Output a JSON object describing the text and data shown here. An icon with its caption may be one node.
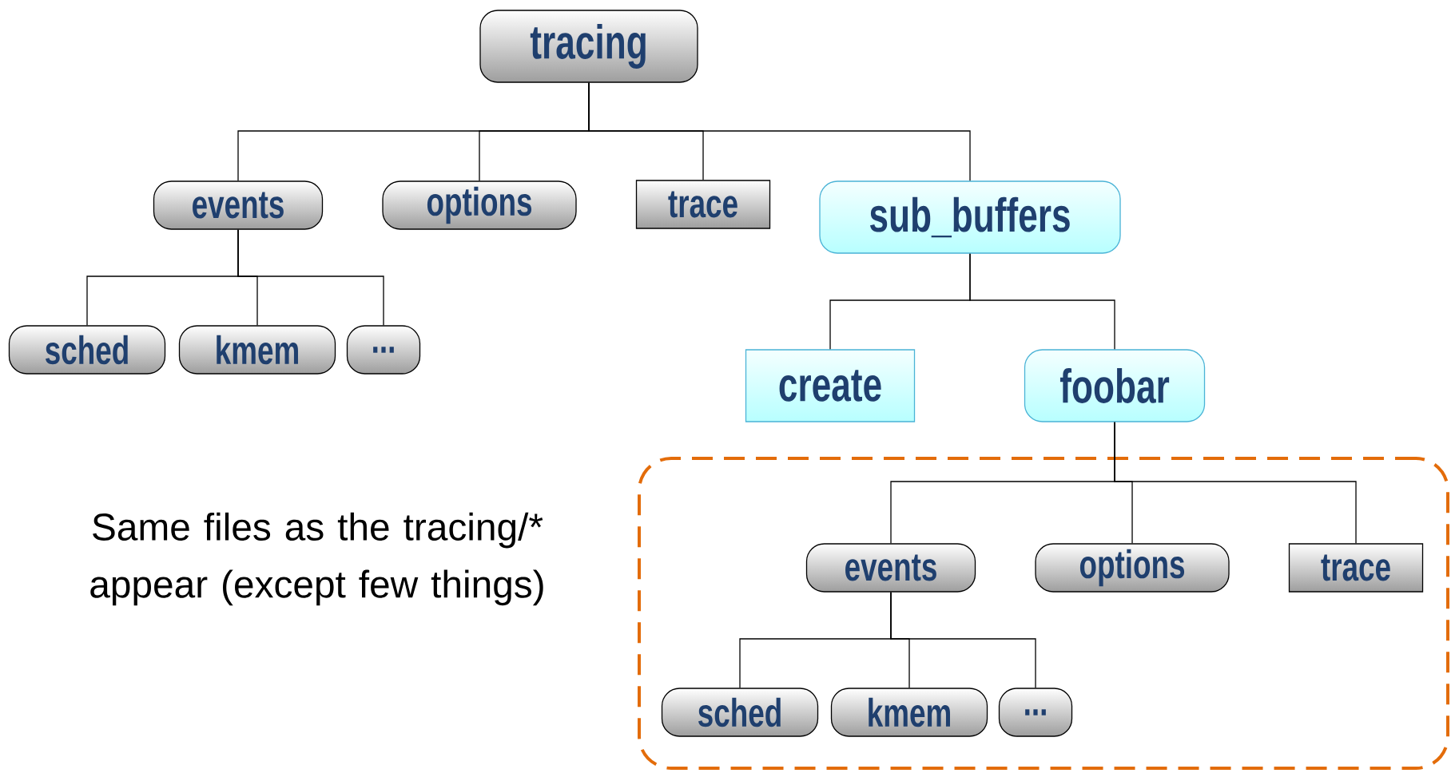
{
  "diagram": {
    "nodes": [
      {
        "text": [
          "tracing"
        ]
      },
      {
        "text": [
          "events"
        ]
      },
      {
        "text": [
          "options"
        ]
      },
      {
        "text": [
          "trace"
        ]
      },
      {
        "text": [
          "sub_buffers"
        ]
      },
      {
        "text": [
          "sched"
        ]
      },
      {
        "text": [
          "kmem"
        ]
      },
      {
        "text": [
          "..."
        ]
      },
      {
        "text": [
          "create"
        ]
      },
      {
        "text": [
          "foobar"
        ]
      },
      {
        "text": [],
        "shape": "box"
      },
      {
        "text": [
          "events"
        ],
        "in": 10
      },
      {
        "text": [
          "options"
        ],
        "in": 10
      },
      {
        "text": [
          "trace"
        ],
        "in": 10
      },
      {
        "text": [
          "sched"
        ],
        "in": 10
      },
      {
        "text": [
          "kmem"
        ],
        "in": 10
      },
      {
        "text": [
          "..."
        ],
        "in": 10
      }
    ],
    "edges": [
      {
        "from": 0,
        "to": 1,
        "arrow": "none"
      },
      {
        "from": 0,
        "to": 2,
        "arrow": "none"
      },
      {
        "from": 0,
        "to": 3,
        "arrow": "none"
      },
      {
        "from": 0,
        "to": 4,
        "arrow": "none"
      },
      {
        "from": 1,
        "to": 5,
        "arrow": "none"
      },
      {
        "from": 1,
        "to": 6,
        "arrow": "none"
      },
      {
        "from": 1,
        "to": 7,
        "arrow": "none"
      },
      {
        "from": 4,
        "to": 8,
        "arrow": "none"
      },
      {
        "from": 4,
        "to": 9,
        "arrow": "none"
      },
      {
        "from": 9,
        "to": 11,
        "arrow": "none"
      },
      {
        "from": 9,
        "to": 12,
        "arrow": "none"
      },
      {
        "from": 9,
        "to": 13,
        "arrow": "none"
      },
      {
        "from": 11,
        "to": 14,
        "arrow": "none"
      },
      {
        "from": 11,
        "to": 15,
        "arrow": "none"
      },
      {
        "from": 11,
        "to": 16,
        "arrow": "none"
      }
    ],
    "labels": [
      "Same files as the tracing/* appear (except few things)"
    ]
  }
}
